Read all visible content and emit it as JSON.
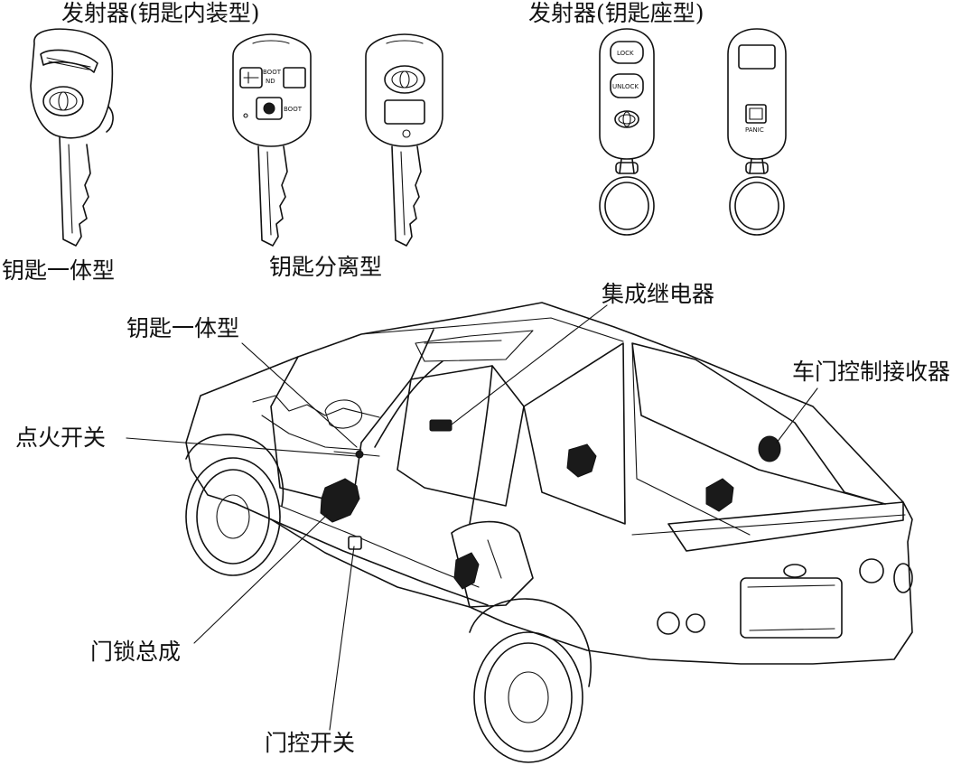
{
  "figure": {
    "title_left": "发射器(钥匙内装型)",
    "title_right": "发射器(钥匙座型)",
    "label_key_integrated": "钥匙一体型",
    "label_key_separate": "钥匙分离型"
  },
  "fob_buttons": {
    "lock": "LOCK",
    "unlock": "UNLOCK",
    "panic": "PANIC",
    "boot": "BOOT",
    "boot_nd": "BOOT ND"
  },
  "callouts": {
    "relay": "集成继电器",
    "key_integrated": "钥匙一体型",
    "receiver": "车门控制接收器",
    "ignition": "点火开关",
    "door_lock": "门锁总成",
    "door_switch": "门控开关"
  }
}
